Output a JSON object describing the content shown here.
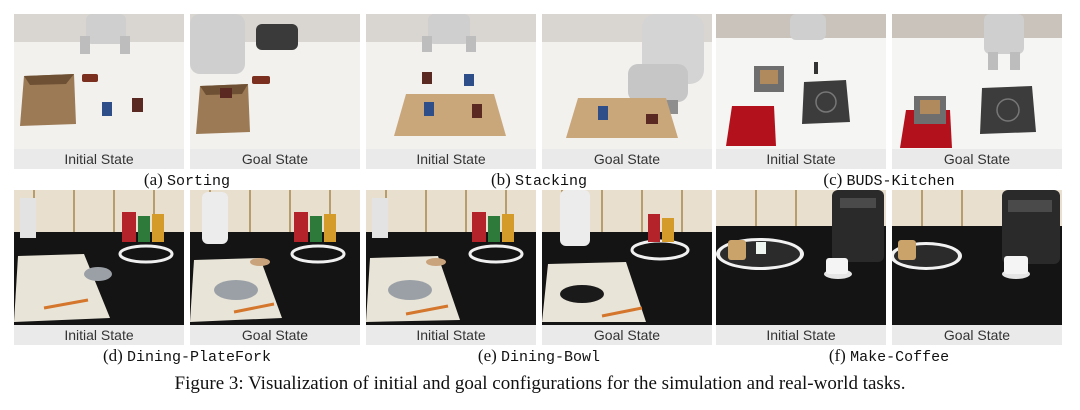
{
  "panels": [
    {
      "tag": "(a)",
      "name": "Sorting",
      "left_label": "Initial State",
      "right_label": "Goal State"
    },
    {
      "tag": "(b)",
      "name": "Stacking",
      "left_label": "Initial State",
      "right_label": "Goal State"
    },
    {
      "tag": "(c)",
      "name": "BUDS-Kitchen",
      "left_label": "Initial State",
      "right_label": "Goal State"
    },
    {
      "tag": "(d)",
      "name": "Dining-PlateFork",
      "left_label": "Initial State",
      "right_label": "Goal State"
    },
    {
      "tag": "(e)",
      "name": "Dining-Bowl",
      "left_label": "Initial State",
      "right_label": "Goal State"
    },
    {
      "tag": "(f)",
      "name": "Make-Coffee",
      "left_label": "Initial State",
      "right_label": "Goal State"
    }
  ],
  "figure_caption": "Figure 3: Visualization of initial and goal configurations for the simulation and real-world tasks.",
  "colors": {
    "sim_wall": "#d9d6d1",
    "sim_table": "#f2f1ee",
    "wood": "#9b7a55",
    "real_table": "#141414",
    "placemat": "#e9e4d8",
    "label_bg": "#eaeaea"
  }
}
